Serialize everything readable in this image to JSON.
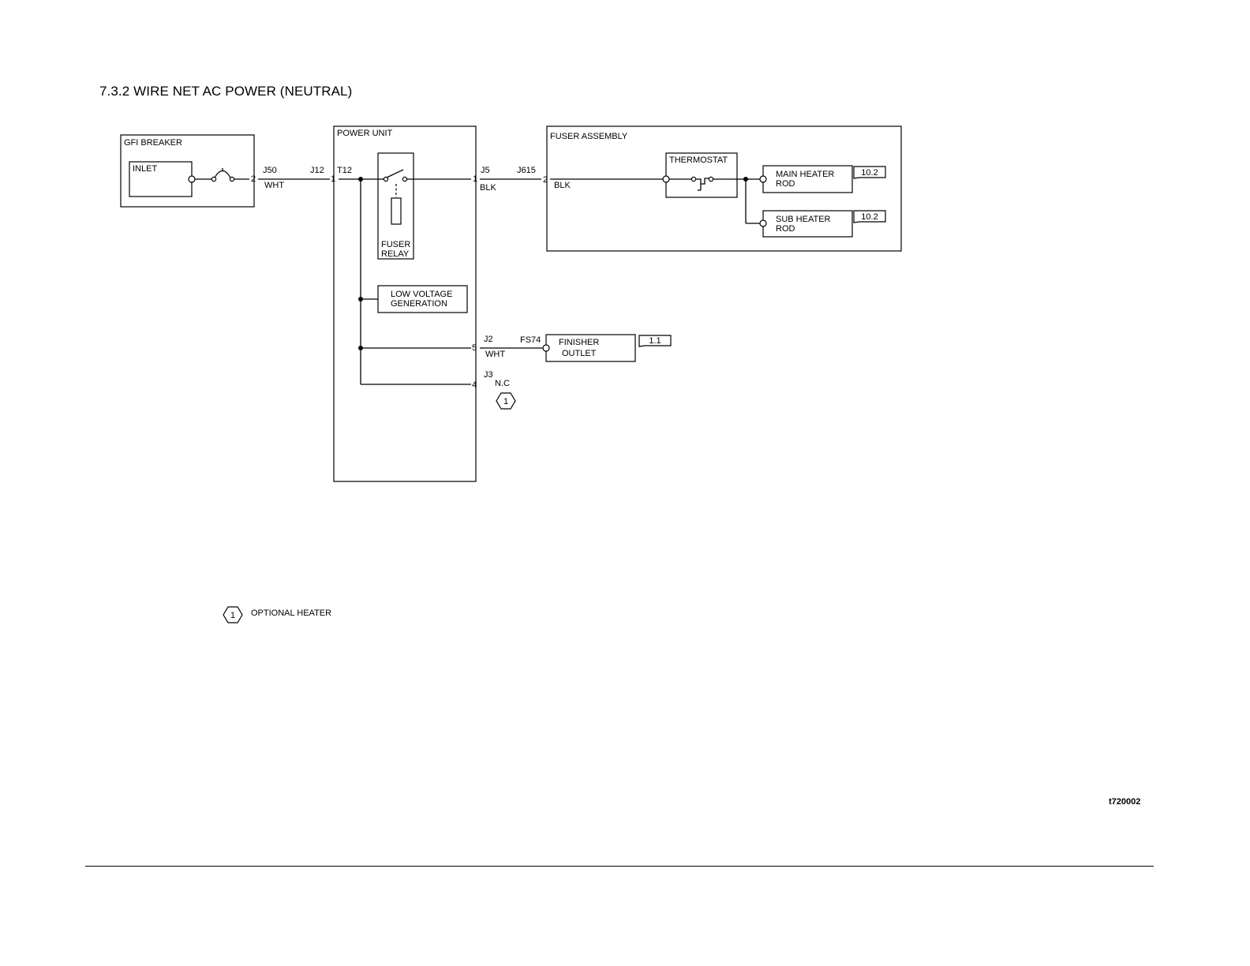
{
  "title": "7.3.2 WIRE NET  AC POWER (NEUTRAL)",
  "figure_id": "t720002",
  "gfi": {
    "label": "GFI BREAKER",
    "inlet": "INLET",
    "pin": "2",
    "conn": "J50",
    "wire": "WHT"
  },
  "power_unit": {
    "label": "POWER UNIT",
    "in_conn": "J12",
    "in_pin": "1",
    "term": "T12",
    "relay_line1": "FUSER",
    "relay_line2": "RELAY",
    "lvg_line1": "LOW VOLTAGE",
    "lvg_line2": "GENERATION",
    "out_j5": "J5",
    "out_j5_pin": "1",
    "out_j5_wire": "BLK",
    "out_j2": "J2",
    "out_j2_pin": "5",
    "out_j2_wire": "WHT",
    "out_j3": "J3",
    "out_j3_pin": "4",
    "out_j3_nc": "N.C"
  },
  "fuser": {
    "label": "FUSER ASSEMBLY",
    "conn": "J615",
    "pin": "2",
    "wire": "BLK",
    "thermostat": "THERMOSTAT",
    "main_line1": "MAIN HEATER",
    "main_line2": "ROD",
    "main_ref": "10.2",
    "sub_line1": "SUB HEATER",
    "sub_line2": "ROD",
    "sub_ref": "10.2"
  },
  "finisher": {
    "conn": "FS74",
    "line1": "FINISHER",
    "line2": "OUTLET",
    "ref": "1.1"
  },
  "notes": {
    "marker": "1",
    "legend_marker": "1",
    "legend_text": "OPTIONAL HEATER"
  }
}
